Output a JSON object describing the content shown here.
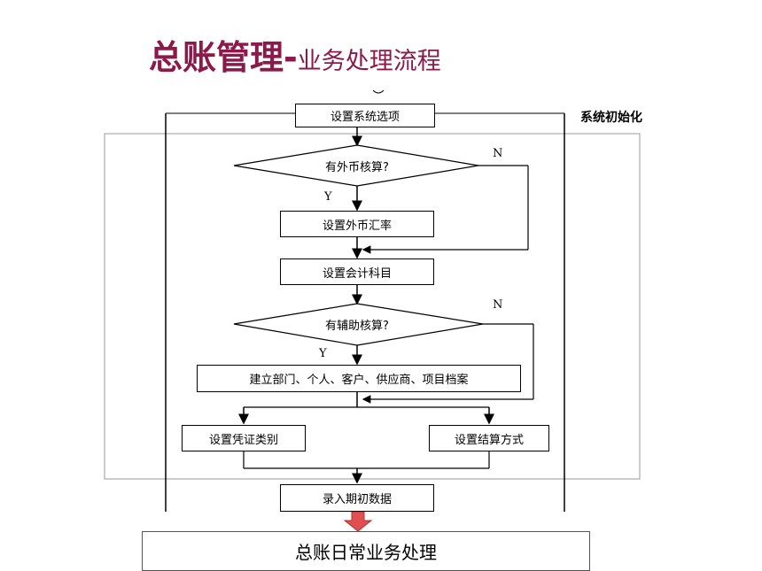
{
  "title": {
    "main": "总账管理-",
    "sub": "业务处理流程"
  },
  "side_label": "系统初始化",
  "steps": {
    "set_options": "设置系统选项",
    "foreign_q": "有外币核算?",
    "set_rate": "设置外币汇率",
    "set_accounts": "设置会计科目",
    "aux_q": "有辅助核算?",
    "create_archives": "建立部门、个人、客户、供应商、项目档案",
    "voucher_types": "设置凭证类别",
    "settle_methods": "设置结算方式",
    "opening_data": "录入期初数据"
  },
  "branch": {
    "yes1": "Y",
    "no1": "N",
    "yes2": "Y",
    "no2": "N"
  },
  "final": "总账日常业务处理",
  "colors": {
    "title": "#8b1a4a",
    "arrow": "#e05050",
    "frame": "#9a9a9a"
  }
}
